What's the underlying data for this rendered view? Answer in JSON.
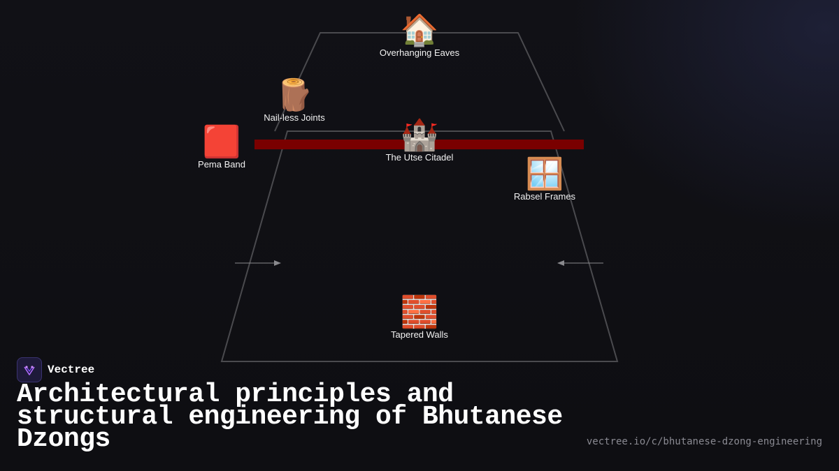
{
  "brand": {
    "name": "Vectree",
    "logo_icon": "vectree-logo-icon",
    "accent": "#9b59ff"
  },
  "title": "Architectural principles and structural engineering of Bhutanese Dzongs",
  "url": "vectree.io/c/bhutanese-dzong-engineering",
  "colors": {
    "background": "#0f0f13",
    "outline": "#4a4a4e",
    "pema_band": "#7a0000",
    "arrow": "#8a8a8e"
  },
  "nodes": {
    "overhanging_eaves": {
      "label": "Overhanging Eaves",
      "icon": "house-icon",
      "glyph": "🏠"
    },
    "nailless_joints": {
      "label": "Nail-less Joints",
      "icon": "wood-log-icon",
      "glyph": "🪵"
    },
    "pema_band": {
      "label": "Pema Band",
      "icon": "red-square-icon",
      "glyph": "🟥"
    },
    "utse_citadel": {
      "label": "The Utse Citadel",
      "icon": "castle-icon",
      "glyph": "🏰"
    },
    "rabsel_frames": {
      "label": "Rabsel Frames",
      "icon": "window-icon",
      "glyph": "🪟"
    },
    "tapered_walls": {
      "label": "Tapered Walls",
      "icon": "brick-icon",
      "glyph": "🧱"
    }
  }
}
